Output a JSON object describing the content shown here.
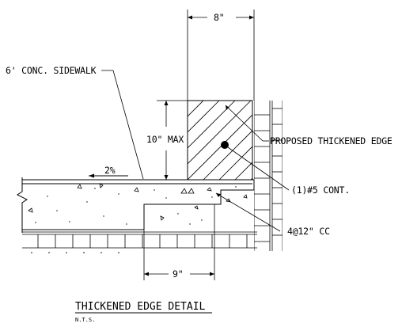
{
  "labels": {
    "top_width": "8\"",
    "sidewalk": "6' CONC. SIDEWALK",
    "max_depth": "10\" MAX",
    "slope": "2%",
    "thickened_edge": "PROPOSED THICKENED EDGE",
    "bar": "(1)#5 CONT.",
    "dowels": "4@12\" CC",
    "bottom_width": "9\""
  },
  "title": {
    "main": "THICKENED EDGE DETAIL",
    "scale": "N.T.S."
  }
}
